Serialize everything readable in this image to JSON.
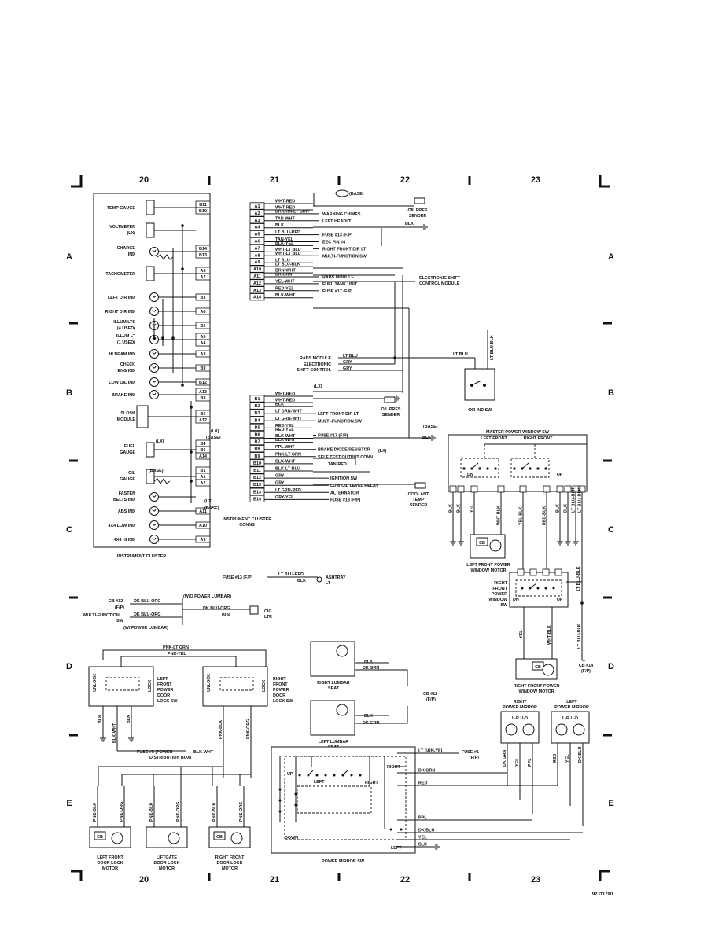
{
  "grid": {
    "columns": [
      "20",
      "21",
      "22",
      "23"
    ],
    "rows": [
      "A",
      "B",
      "C",
      "D",
      "E"
    ]
  },
  "figure_id": "92J11790",
  "cluster": {
    "caption": "INSTRUMENT CLUSTER",
    "items": [
      {
        "label": "TEMP GAUGE",
        "type": "gauge",
        "pins": [
          "B11",
          "B10"
        ]
      },
      {
        "label": "VOLTMETER",
        "sub": "(LX)",
        "type": "gauge",
        "pins": []
      },
      {
        "label": "CHARGE",
        "sub": "IND",
        "type": "bulb",
        "pins": [
          "B14",
          "B13"
        ]
      },
      {
        "label": "TACHOMETER",
        "type": "gauge",
        "pins": [
          "A6",
          "A7"
        ]
      },
      {
        "label": "LEFT DIR IND",
        "type": "bulb",
        "pins": [
          "B3"
        ]
      },
      {
        "label": "RIGHT DIR IND",
        "type": "bulb",
        "pins": [
          "A8"
        ]
      },
      {
        "label": "ILLUM LTS",
        "sub": "(4 USED)",
        "type": "bulb",
        "pins": [
          "B2"
        ]
      },
      {
        "label": "ILLUM LT",
        "sub": "(1 USED)",
        "type": "bulb",
        "pins": [
          "A5",
          "A4"
        ]
      },
      {
        "label": "HI BEAM IND",
        "type": "bulb",
        "pins": [
          "A3"
        ]
      },
      {
        "label": "CHECK",
        "sub": "ENG IND",
        "type": "bulb",
        "pins": [
          "B9"
        ]
      },
      {
        "label": "LOW OIL IND",
        "type": "bulb",
        "pins": [
          "B12"
        ]
      },
      {
        "label": "BRAKE IND",
        "type": "bulb",
        "pins": [
          "A13",
          "B8"
        ]
      },
      {
        "label": "SLOSH",
        "sub": "MODULE",
        "type": "module",
        "pins": [
          "B5",
          "A12"
        ]
      },
      {
        "label": "FUEL",
        "sub": "GAUGE",
        "type": "gauge",
        "pins": [
          "B4",
          "B6",
          "A14"
        ]
      },
      {
        "label": "OIL",
        "sub": "GAUGE",
        "type": "gauge",
        "pins": [
          "B1",
          "A1",
          "A2"
        ]
      },
      {
        "label": "FASTEN",
        "sub": "BELTS IND",
        "type": "bulb",
        "pins": []
      },
      {
        "label": "ABS IND",
        "type": "bulb",
        "pins": [
          "A11"
        ]
      },
      {
        "label": "4X4 LOW IND",
        "type": "bulb",
        "pins": [
          "A10"
        ]
      },
      {
        "label": "4X4 HI IND",
        "type": "bulb",
        "pins": [
          "A9"
        ]
      }
    ],
    "notes": [
      "(LX)",
      "(BASE)",
      "(LX)",
      "(BASE)",
      "(LX)",
      "(BASE)"
    ]
  },
  "connA": {
    "pins": [
      {
        "pin": "A1",
        "wires": [
          "WHT-RED",
          "WHT-RED"
        ],
        "dest": ""
      },
      {
        "pin": "A2",
        "wires": [
          "DK GRN-LT GRN"
        ],
        "dest": "WARNING CHIMES"
      },
      {
        "pin": "A3",
        "wires": [
          "TAN-WHT"
        ],
        "dest": "LEFT HEADLT"
      },
      {
        "pin": "A4",
        "wires": [
          "BLK"
        ],
        "dest": ""
      },
      {
        "pin": "A5",
        "wires": [
          "LT BLU-RED"
        ],
        "dest": "FUSE #13 (F/P)"
      },
      {
        "pin": "A6",
        "wires": [
          "TAN-YEL"
        ],
        "dest": "EEC PIN #4"
      },
      {
        "pin": "A7",
        "wires": [
          "BLK-YEL",
          "WHT-LT BLU"
        ],
        "dest": "RIGHT FRONT DIR LT"
      },
      {
        "pin": "A8",
        "wires": [
          "WHT-LT BLU"
        ],
        "dest": "MULTI-FUNCTION SW"
      },
      {
        "pin": "A9",
        "wires": [
          "LT BLU"
        ],
        "dest": ""
      },
      {
        "pin": "A10",
        "wires": [
          "LT BLU-BLK",
          "BRN-WHT"
        ],
        "dest": ""
      },
      {
        "pin": "A11",
        "wires": [
          "DK GRN"
        ],
        "dest": "RABS MODULE"
      },
      {
        "pin": "A12",
        "wires": [
          "YEL-WHT"
        ],
        "dest": "FUEL TANK UNIT"
      },
      {
        "pin": "A13",
        "wires": [
          "RED-YEL"
        ],
        "dest": "FUSE #17 (F/P)"
      },
      {
        "pin": "A14",
        "wires": [
          "BLK-WHT"
        ],
        "dest": ""
      }
    ],
    "note_base": "(BASE)",
    "oil_sender": [
      "OIL PRES",
      "SENDER"
    ],
    "blk_wire": "BLK",
    "esc_module": [
      "ELECTRONIC SHIFT",
      "CONTROL MODULE"
    ]
  },
  "rabsJunction": {
    "labels": [
      "RABS MODULE",
      "ELECTRONIC",
      "SHIFT CONTROL"
    ],
    "wires": [
      "LT BLU",
      "GRY",
      "GRY"
    ]
  },
  "fourByFour": {
    "wire1": "LT BLU",
    "wire2": "LT BLU-BLK",
    "label": "4X4 IND SW"
  },
  "connB": {
    "pins": [
      {
        "pin": "B1",
        "wires": [
          "WHT-RED",
          "WHT-RED"
        ],
        "dest": ""
      },
      {
        "pin": "B2",
        "wires": [
          "BLK"
        ],
        "dest": ""
      },
      {
        "pin": "B3",
        "wires": [
          "LT GRN-WHT"
        ],
        "dest": "LEFT FRONT DIR LT"
      },
      {
        "pin": "B4",
        "wires": [
          "LT GRN-WHT"
        ],
        "dest": "MULTI-FUNCTION SW"
      },
      {
        "pin": "B5",
        "wires": [
          "RED-YEL"
        ],
        "dest": ""
      },
      {
        "pin": "B6",
        "wires": [
          "RED-YEL",
          "BLK-WHT"
        ],
        "dest": "FUSE #17 (F/P)"
      },
      {
        "pin": "B7",
        "wires": [
          "BLK-WHT"
        ],
        "dest": ""
      },
      {
        "pin": "B8",
        "wires": [
          "PPL-WHT"
        ],
        "dest": "BRAKE DIODE/RESISTOR"
      },
      {
        "pin": "B9",
        "wires": [
          "PNK-LT GRN"
        ],
        "dest": "SELF TEST OUTPUT CONN"
      },
      {
        "pin": "B10",
        "wires": [
          "BLK-WHT"
        ],
        "dest": ""
      },
      {
        "pin": "B11",
        "wires": [
          "BLK-LT BLU"
        ],
        "dest": ""
      },
      {
        "pin": "B12",
        "wires": [
          "GRY"
        ],
        "dest": "IGNITION SW"
      },
      {
        "pin": "B13",
        "wires": [
          "GRY"
        ],
        "dest": "LOW OIL LEVEL RELAY"
      },
      {
        "pin": "B13",
        "wires": [
          "LT GRN-RED"
        ],
        "dest": "ALTERNATOR"
      },
      {
        "pin": "B14",
        "wires": [
          "GRY-YEL"
        ],
        "dest": "FUSE #18 (F/P)"
      }
    ],
    "note_lx": "(LX)",
    "oil_sender": [
      "OIL PRES",
      "SENDER"
    ],
    "note_base": "(BASE)",
    "blk_wire": "BLK",
    "note_lx2": "(LX)",
    "tan_red": "TAN-RED",
    "coolant": [
      "COOLANT",
      "TEMP",
      "SENDER"
    ],
    "caption": [
      "INSTRUMENT CLUSTER",
      "CONNS"
    ]
  },
  "window": {
    "master": {
      "title": "MASTER POWER WINDOW SW",
      "left": "LEFT FRONT",
      "right": "RIGHT FRONT",
      "dn": "DN",
      "up": "UP"
    },
    "master_wires": [
      "BLK",
      "BLK",
      "YEL",
      "WHT-BLK",
      "YEL-BLK",
      "RED-BLK",
      "BLK",
      "BLK",
      "LT BLU-BLK",
      "LT BLU-BLK"
    ],
    "cb": "CB",
    "left_motor": [
      "LEFT FRONT POWER",
      "WINDOW MOTOR"
    ],
    "rf_sw": [
      "RIGHT",
      "FRONT",
      "POWER",
      "WINDOW",
      "SW"
    ],
    "rf_wires": [
      "YEL",
      "WHT-BLK",
      "LT BLU-BLK"
    ],
    "cb14": [
      "CB #14",
      "(F/P)"
    ],
    "right_motor": [
      "RIGHT FRONT POWER",
      "WINDOW MOTOR"
    ]
  },
  "misc": {
    "fuse13": "FUSE #13 (F/P)",
    "ashtray_wire1": "LT BLU-RED",
    "ashtray_wire2": "BLK",
    "ashtray_lt": [
      "ASHTRAY",
      "LT"
    ],
    "no_lumbar": "(W/O POWER LUMBAR)",
    "cb12": [
      "CB #12",
      "(F/P)"
    ],
    "dk_blu_org": "DK BLU-ORG",
    "multi_fn": [
      "MULTI-FUNCTION",
      "SW"
    ],
    "with_lumbar": "(W/ POWER LUMBAR)",
    "blk": "BLK",
    "cig": [
      "CIG",
      "LTR"
    ]
  },
  "locks": {
    "top_wires": [
      "PNK-LT GRN",
      "PNK-YEL"
    ],
    "unlock": "UNLOCK",
    "lock": "LOCK",
    "left_sw": [
      "LEFT",
      "FRONT",
      "POWER",
      "DOOR",
      "LOCK SW"
    ],
    "right_sw": [
      "RIGHT",
      "FRONT",
      "POWER",
      "DOOR",
      "LOCK SW"
    ],
    "left_wires": [
      "BLK",
      "BLK-WHT",
      "BLK"
    ],
    "right_wires": [
      "PNK-BLK",
      "PNK-ORG"
    ],
    "fuse5": [
      "FUSE #5 (POWER",
      "DISTRIBUTION BOX)"
    ],
    "fuse5_wire": "BLK-WHT",
    "motors": [
      {
        "label": [
          "LEFT FRONT",
          "DOOR LOCK",
          "MOTOR"
        ],
        "wires": [
          "PNK-BLK",
          "PNK-ORG"
        ],
        "cb": true
      },
      {
        "label": [
          "LIFTGATE",
          "DOOR LOCK",
          "MOTOR"
        ],
        "wires": [
          "PNK-BLK",
          "PNK-ORG"
        ],
        "cb": false
      },
      {
        "label": [
          "RIGHT FRONT",
          "DOOR LOCK",
          "MOTOR"
        ],
        "wires": [
          "PNK-BLK",
          "PNK-ORG"
        ],
        "cb": true
      }
    ]
  },
  "lumbar": {
    "right": [
      "RIGHT LUMBAR",
      "SEAT"
    ],
    "left": [
      "LEFT LUMBAR",
      "SEAT"
    ],
    "wires": [
      "BLK",
      "DK GRN"
    ],
    "cb12": [
      "CB #12",
      "(F/P)"
    ]
  },
  "mirrors": {
    "right": [
      "RIGHT",
      "POWER MIRROR"
    ],
    "left": [
      "LEFT",
      "POWER MIRROR"
    ],
    "axes": "L-R  U-D",
    "right_wires": [
      "DK GRN",
      "YEL",
      "PPL"
    ],
    "left_wires": [
      "RED",
      "YEL",
      "DK BLU"
    ]
  },
  "mirrorSw": {
    "up": "UP",
    "left": "LEFT",
    "right": "RIGHT",
    "down": "DOWN",
    "caption": "POWER MIRROR SW",
    "wires": [
      "LT GRN-YEL",
      "DK GRN",
      "RED",
      "PPL",
      "DK BLU",
      "YEL",
      "BLK"
    ],
    "fuse1": [
      "FUSE #1",
      "(F/P)"
    ]
  }
}
